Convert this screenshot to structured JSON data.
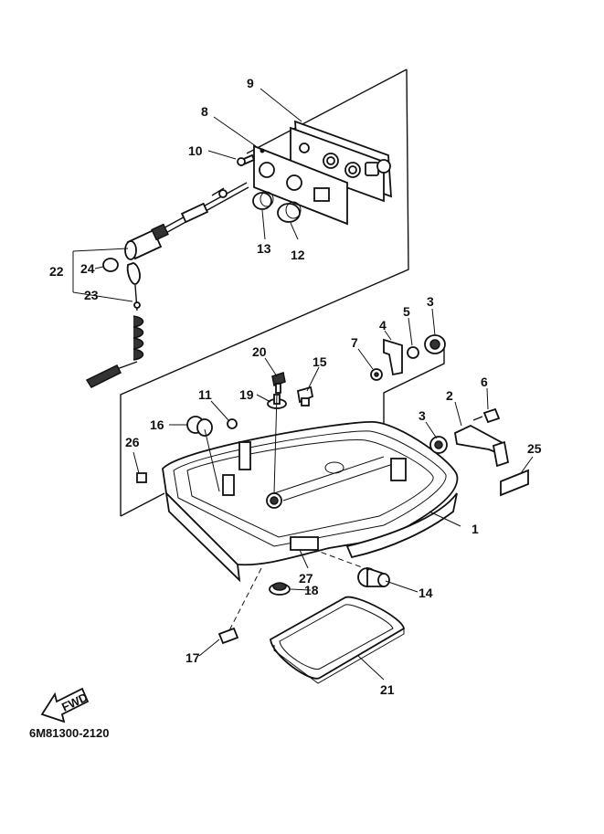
{
  "drawing_code": "6M81300-2120",
  "fwd_label": "FWD",
  "callouts": [
    {
      "id": "c1",
      "label": "1"
    },
    {
      "id": "c2",
      "label": "2"
    },
    {
      "id": "c3a",
      "label": "3"
    },
    {
      "id": "c3b",
      "label": "3"
    },
    {
      "id": "c4",
      "label": "4"
    },
    {
      "id": "c5",
      "label": "5"
    },
    {
      "id": "c6",
      "label": "6"
    },
    {
      "id": "c7",
      "label": "7"
    },
    {
      "id": "c8",
      "label": "8"
    },
    {
      "id": "c9",
      "label": "9"
    },
    {
      "id": "c10",
      "label": "10"
    },
    {
      "id": "c11",
      "label": "11"
    },
    {
      "id": "c12",
      "label": "12"
    },
    {
      "id": "c13",
      "label": "13"
    },
    {
      "id": "c14",
      "label": "14"
    },
    {
      "id": "c15",
      "label": "15"
    },
    {
      "id": "c16",
      "label": "16"
    },
    {
      "id": "c17",
      "label": "17"
    },
    {
      "id": "c18",
      "label": "18"
    },
    {
      "id": "c19",
      "label": "19"
    },
    {
      "id": "c20",
      "label": "20"
    },
    {
      "id": "c21",
      "label": "21"
    },
    {
      "id": "c22",
      "label": "22"
    },
    {
      "id": "c23",
      "label": "23"
    },
    {
      "id": "c24",
      "label": "24"
    },
    {
      "id": "c25",
      "label": "25"
    },
    {
      "id": "c26",
      "label": "26"
    },
    {
      "id": "c27",
      "label": "27"
    }
  ]
}
